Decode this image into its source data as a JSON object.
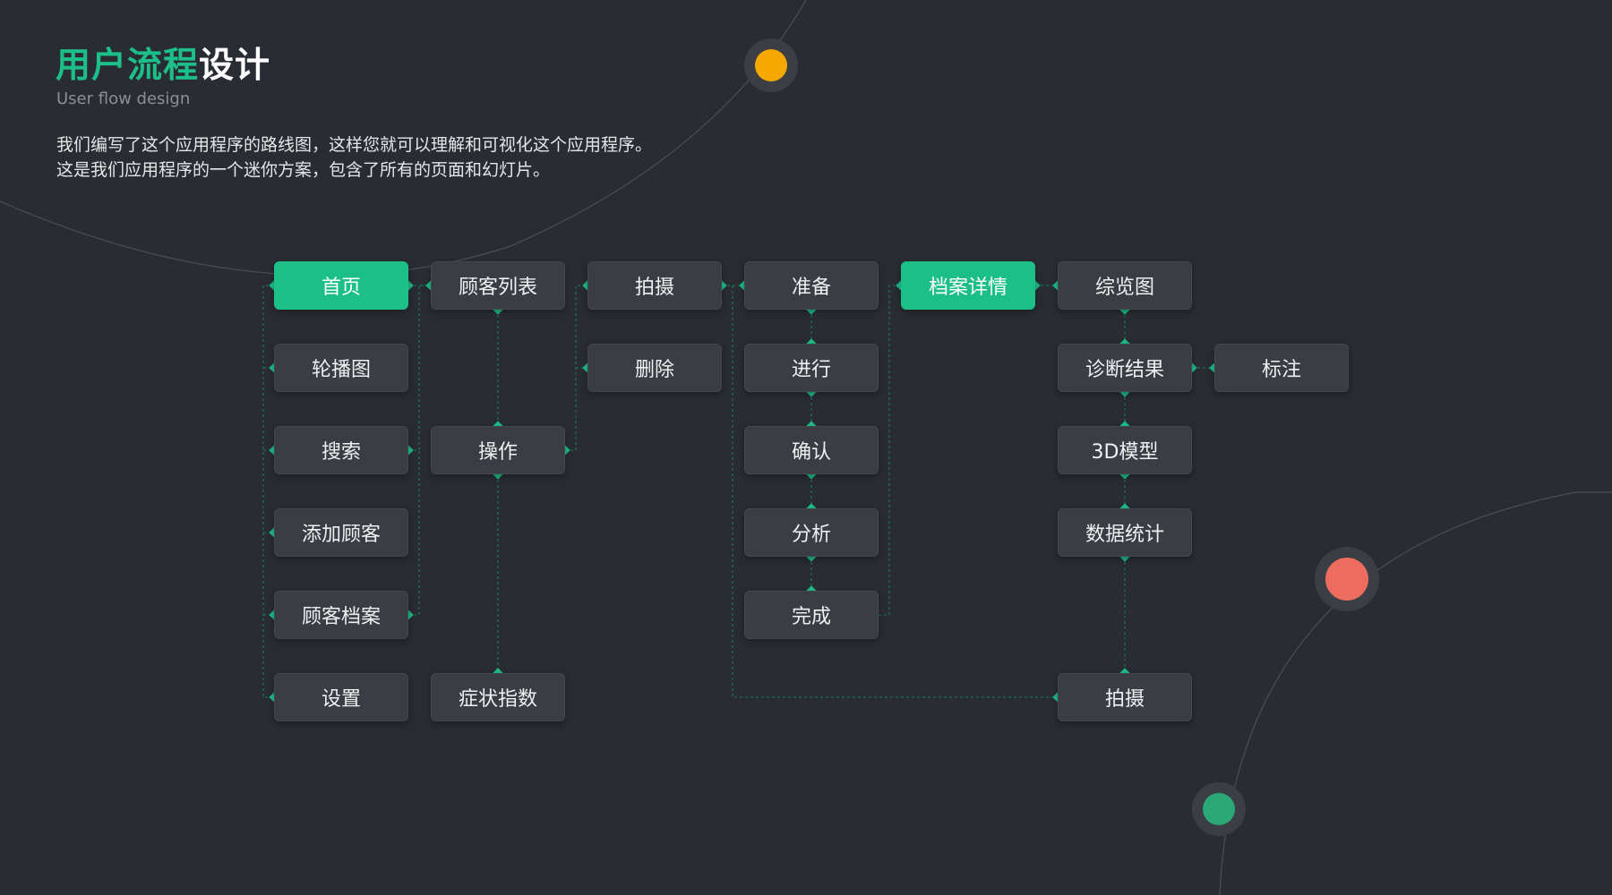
{
  "header": {
    "title_accent": "用户流程",
    "title_rest": "设计",
    "subtitle": "User flow design",
    "description": [
      "我们编写了这个应用程序的路线图，这样您就可以理解和可视化这个应用程序。",
      "这是我们应用程序的一个迷你方案，包含了所有的页面和幻灯片。"
    ]
  },
  "colors": {
    "background": "#292d33",
    "accent": "#1dbf88",
    "node": "#3a3d43",
    "orb_yellow": "#f5a800",
    "orb_red": "#ee6b5f",
    "orb_green": "#2aa876"
  },
  "flow": {
    "nodes": [
      {
        "id": "home",
        "label": "首页",
        "active": true
      },
      {
        "id": "carousel",
        "label": "轮播图"
      },
      {
        "id": "search",
        "label": "搜索"
      },
      {
        "id": "add-customer",
        "label": "添加顾客"
      },
      {
        "id": "customer-file",
        "label": "顾客档案"
      },
      {
        "id": "settings",
        "label": "设置"
      },
      {
        "id": "customer-list",
        "label": "顾客列表"
      },
      {
        "id": "operation",
        "label": "操作"
      },
      {
        "id": "symptom-index",
        "label": "症状指数"
      },
      {
        "id": "capture-1",
        "label": "拍摄"
      },
      {
        "id": "delete",
        "label": "删除"
      },
      {
        "id": "prepare",
        "label": "准备"
      },
      {
        "id": "in-progress",
        "label": "进行"
      },
      {
        "id": "confirm",
        "label": "确认"
      },
      {
        "id": "analyze",
        "label": "分析"
      },
      {
        "id": "complete",
        "label": "完成"
      },
      {
        "id": "file-detail",
        "label": "档案详情",
        "active": true
      },
      {
        "id": "overview",
        "label": "综览图"
      },
      {
        "id": "diagnosis",
        "label": "诊断结果"
      },
      {
        "id": "model-3d",
        "label": "3D模型"
      },
      {
        "id": "statistics",
        "label": "数据统计"
      },
      {
        "id": "capture-2",
        "label": "拍摄"
      },
      {
        "id": "annotation",
        "label": "标注"
      }
    ],
    "edges": [
      [
        "home",
        "carousel"
      ],
      [
        "home",
        "search"
      ],
      [
        "home",
        "add-customer"
      ],
      [
        "home",
        "customer-file"
      ],
      [
        "home",
        "settings"
      ],
      [
        "home",
        "customer-list"
      ],
      [
        "search",
        "customer-list"
      ],
      [
        "customer-file",
        "customer-list"
      ],
      [
        "customer-list",
        "operation"
      ],
      [
        "operation",
        "symptom-index"
      ],
      [
        "operation",
        "capture-1"
      ],
      [
        "operation",
        "delete"
      ],
      [
        "capture-1",
        "prepare"
      ],
      [
        "capture-1",
        "capture-2"
      ],
      [
        "prepare",
        "in-progress"
      ],
      [
        "in-progress",
        "confirm"
      ],
      [
        "confirm",
        "analyze"
      ],
      [
        "analyze",
        "complete"
      ],
      [
        "complete",
        "file-detail"
      ],
      [
        "file-detail",
        "overview"
      ],
      [
        "overview",
        "diagnosis"
      ],
      [
        "diagnosis",
        "annotation"
      ],
      [
        "diagnosis",
        "model-3d"
      ],
      [
        "model-3d",
        "statistics"
      ],
      [
        "statistics",
        "capture-2"
      ]
    ]
  }
}
